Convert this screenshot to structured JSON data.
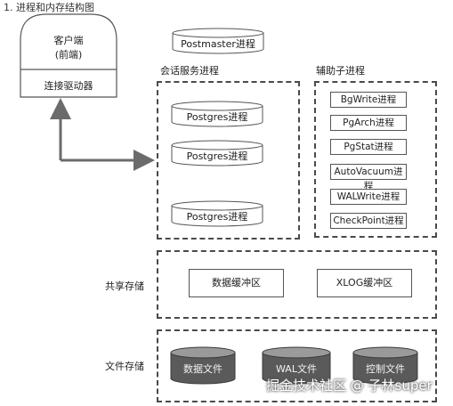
{
  "heading": "1. 进程和内存结构图",
  "client": {
    "title_line1": "客户端",
    "title_line2": "(前端)",
    "driver": "连接驱动器"
  },
  "postmaster": "Postmaster进程",
  "session": {
    "label": "会话服务进程",
    "processes": [
      "Postgres进程",
      "Postgres进程",
      "Postgres进程"
    ]
  },
  "helper": {
    "label": "辅助子进程",
    "processes": [
      "BgWrite进程",
      "PgArch进程",
      "PgStat进程",
      "AutoVacuum进程",
      "WALWrite进程",
      "CheckPoint进程"
    ]
  },
  "shared": {
    "label": "共享存储",
    "buffers": [
      "数据缓冲区",
      "XLOG缓冲区"
    ]
  },
  "file": {
    "label": "文件存储",
    "files": [
      "数据文件",
      "WAL文件",
      "控制文件"
    ]
  },
  "watermark": "掘金技术社区 @ 子林super",
  "colors": {
    "line": "#4a4a4a",
    "arrow": "#6b6b6b",
    "cylinder_dark": "#5a5a5a"
  }
}
